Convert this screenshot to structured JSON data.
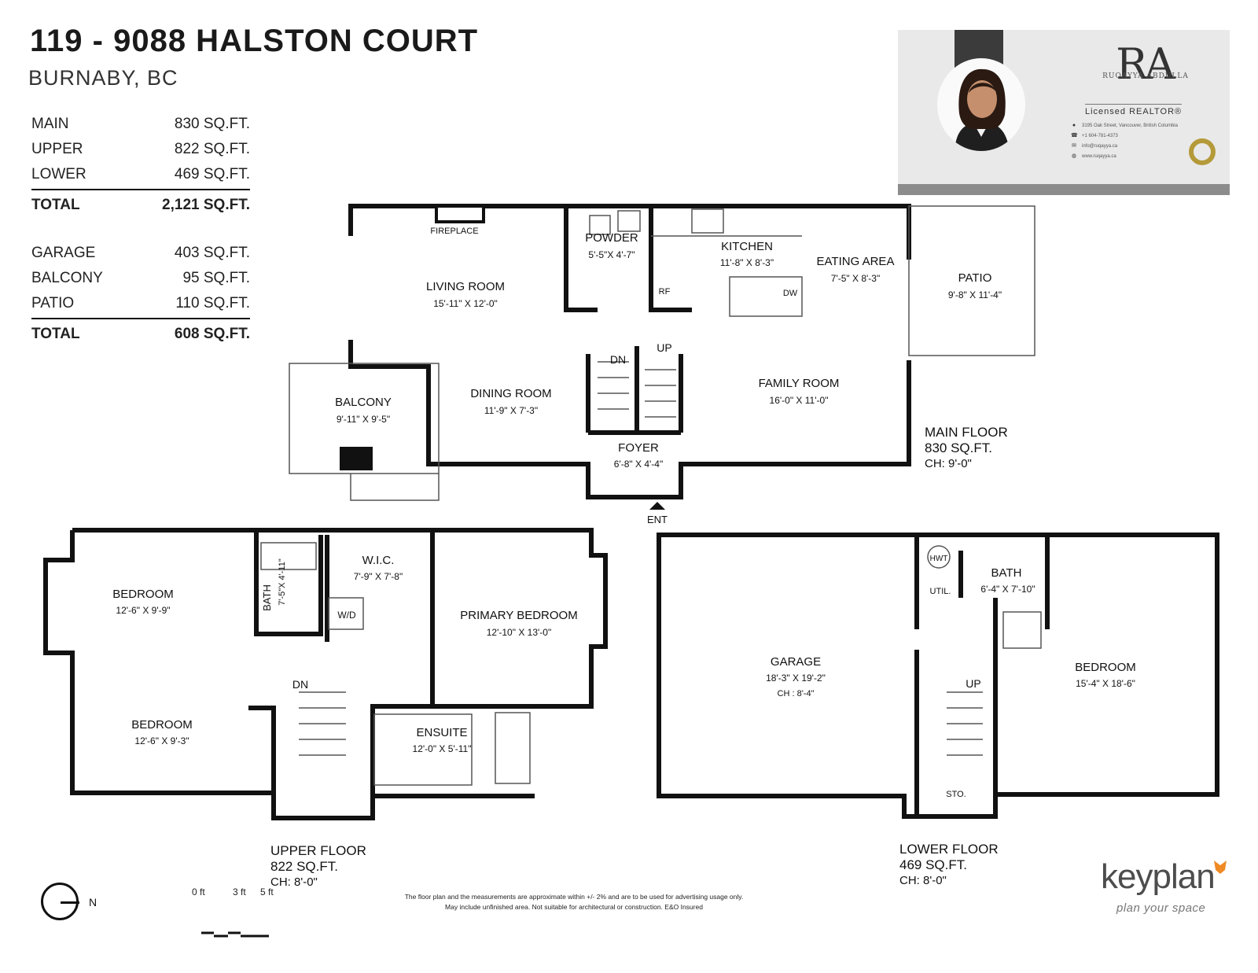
{
  "header": {
    "title": "119 - 9088 HALSTON COURT",
    "subtitle": "BURNABY, BC"
  },
  "areas_living": [
    {
      "label": "MAIN",
      "value": "830 SQ.FT."
    },
    {
      "label": "UPPER",
      "value": "822 SQ.FT."
    },
    {
      "label": "LOWER",
      "value": "469 SQ.FT."
    }
  ],
  "total_living": {
    "label": "TOTAL",
    "value": "2,121 SQ.FT."
  },
  "areas_other": [
    {
      "label": "GARAGE",
      "value": "403 SQ.FT."
    },
    {
      "label": "BALCONY",
      "value": "95 SQ.FT."
    },
    {
      "label": "PATIO",
      "value": "110 SQ.FT."
    }
  ],
  "total_other": {
    "label": "TOTAL",
    "value": "608 SQ.FT."
  },
  "agent": {
    "logo": "RA",
    "name": "RUQAYYA ABDULLA",
    "licensed": "Licensed REALTOR®",
    "address": "3195 Oak Street, Vancouver, British Columbia",
    "phone": "+1 604-781-4373",
    "email": "info@ruqayya.ca",
    "website": "www.ruqayya.ca",
    "icons": [
      "location-pin-icon",
      "phone-icon",
      "email-icon",
      "globe-icon"
    ]
  },
  "main_floor": {
    "label": "MAIN FLOOR",
    "area": "830 SQ.FT.",
    "ch": "CH: 9'-0\"",
    "rooms": {
      "fireplace": "FIREPLACE",
      "living_name": "LIVING ROOM",
      "living_dim": "15'-11\" X 12'-0\"",
      "powder_name": "POWDER",
      "powder_dim": "5'-5\"X 4'-7\"",
      "kitchen_name": "KITCHEN",
      "kitchen_dim": "11'-8\" X 8'-3\"",
      "eating_name": "EATING AREA",
      "eating_dim": "7'-5\" X 8'-3\"",
      "patio_name": "PATIO",
      "patio_dim": "9'-8\" X 11'-4\"",
      "rf": "RF",
      "dw": "DW",
      "balcony_name": "BALCONY",
      "balcony_dim": "9'-11\" X 9'-5\"",
      "dining_name": "DINING ROOM",
      "dining_dim": "11'-9\" X 7'-3\"",
      "dn": "DN",
      "up": "UP",
      "family_name": "FAMILY ROOM",
      "family_dim": "16'-0\" X 11'-0\"",
      "foyer_name": "FOYER",
      "foyer_dim": "6'-8\" X 4'-4\"",
      "ent": "ENT"
    }
  },
  "upper_floor": {
    "label": "UPPER FLOOR",
    "area": "822 SQ.FT.",
    "ch": "CH: 8'-0\"",
    "rooms": {
      "bed1_name": "BEDROOM",
      "bed1_dim": "12'-6\" X 9'-9\"",
      "bath_name": "BATH",
      "bath_dim": "7'-5\"X 4'-11\"",
      "wic_name": "W.I.C.",
      "wic_dim": "7'-9\" X 7'-8\"",
      "wd": "W/D",
      "primary_name": "PRIMARY BEDROOM",
      "primary_dim": "12'-10\" X 13'-0\"",
      "dn": "DN",
      "bed2_name": "BEDROOM",
      "bed2_dim": "12'-6\" X 9'-3\"",
      "ensuite_name": "ENSUITE",
      "ensuite_dim": "12'-0\" X 5'-11\""
    }
  },
  "lower_floor": {
    "label": "LOWER FLOOR",
    "area": "469 SQ.FT.",
    "ch": "CH: 8'-0\"",
    "rooms": {
      "hwt": "HWT",
      "util": "UTIL.",
      "bath_name": "BATH",
      "bath_dim": "6'-4\" X 7'-10\"",
      "garage_name": "GARAGE",
      "garage_dim": "18'-3\" X 19'-2\"",
      "garage_ch": "CH : 8'-4\"",
      "up": "UP",
      "bed_name": "BEDROOM",
      "bed_dim": "15'-4\" X 18'-6\"",
      "sto": "STO."
    }
  },
  "compass": {
    "letter": "N"
  },
  "scale": {
    "labels": [
      "0 ft",
      "3 ft",
      "5 ft"
    ]
  },
  "disclaimer": {
    "line1": "The floor plan and the measurements are approximate within +/- 2% and are to be used for advertising usage only.",
    "line2": "May include unfinished area. Not suitable for architectural or construction. E&O Insured"
  },
  "brand": {
    "name": "keyplan",
    "tagline": "plan your space",
    "accent": "#f08a24"
  },
  "colors": {
    "wall": "#111111",
    "thin": "#555555",
    "card_bg": "#e9e9e9"
  }
}
